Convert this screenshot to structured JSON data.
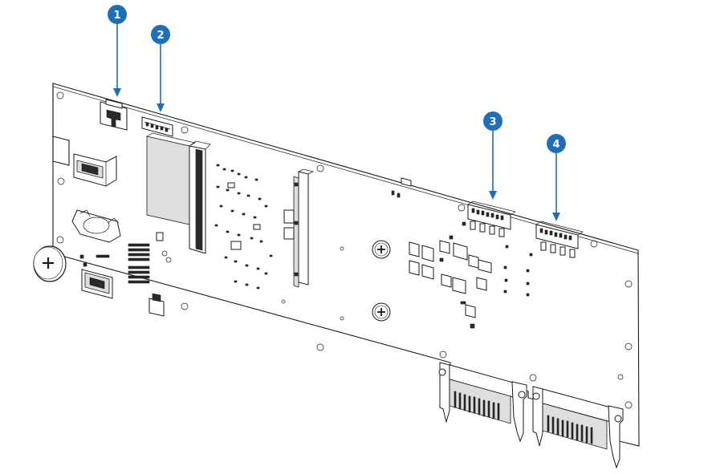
{
  "callouts": [
    {
      "number": "1",
      "target": "connector-1"
    },
    {
      "number": "2",
      "target": "connector-2"
    },
    {
      "number": "3",
      "target": "connector-3"
    },
    {
      "number": "4",
      "target": "connector-4"
    }
  ],
  "colors": {
    "callout_fill": "#1f6fb8",
    "callout_line": "#1f6fb8",
    "board_outline": "#1a1a1a",
    "board_fill": "#ffffff"
  },
  "icons": {
    "battery": "plus-symbol",
    "mount_screw": "plus-symbol"
  }
}
